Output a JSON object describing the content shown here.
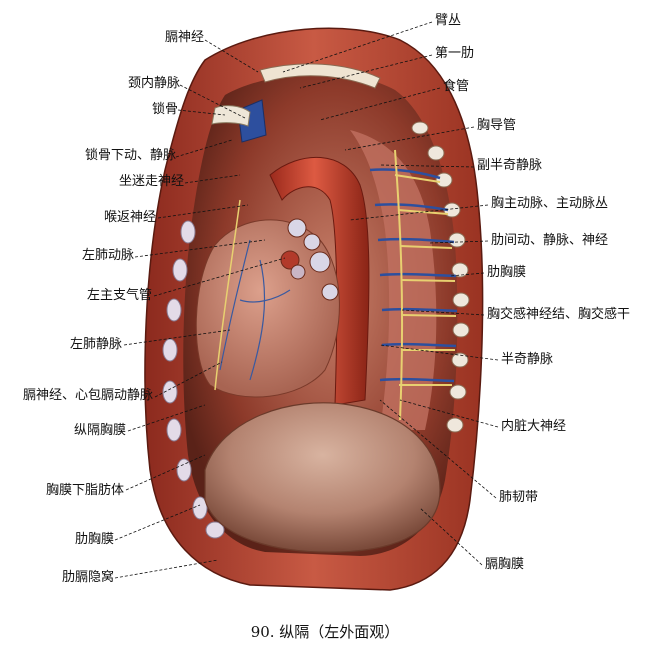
{
  "figure": {
    "caption": "90. 纵隔（左外面观）"
  },
  "labels_left": [
    "膈神经",
    "颈内静脉",
    "锁骨",
    "锁骨下动、静脉",
    "坐迷走神经",
    "喉返神经",
    "左肺动脉",
    "左主支气管",
    "左肺静脉",
    "膈神经、心包膈动静脉",
    "纵隔胸膜",
    "胸膜下脂肪体",
    "肋胸膜",
    "肋膈隐窝"
  ],
  "labels_right": [
    "臂丛",
    "第一肋",
    "食管",
    "胸导管",
    "副半奇静脉",
    "胸主动脉、主动脉丛",
    "肋间动、静脉、神经",
    "肋胸膜",
    "胸交感神经结、胸交感干",
    "半奇静脉",
    "内脏大神经",
    "肺韧带",
    "膈胸膜"
  ],
  "colors": {
    "muscle": "#b5453a",
    "pleura": "#d9a08a",
    "aorta": "#c2412e",
    "vein": "#2d4f9e",
    "nerve": "#e8d070",
    "diaphragm": "#b58a74"
  }
}
